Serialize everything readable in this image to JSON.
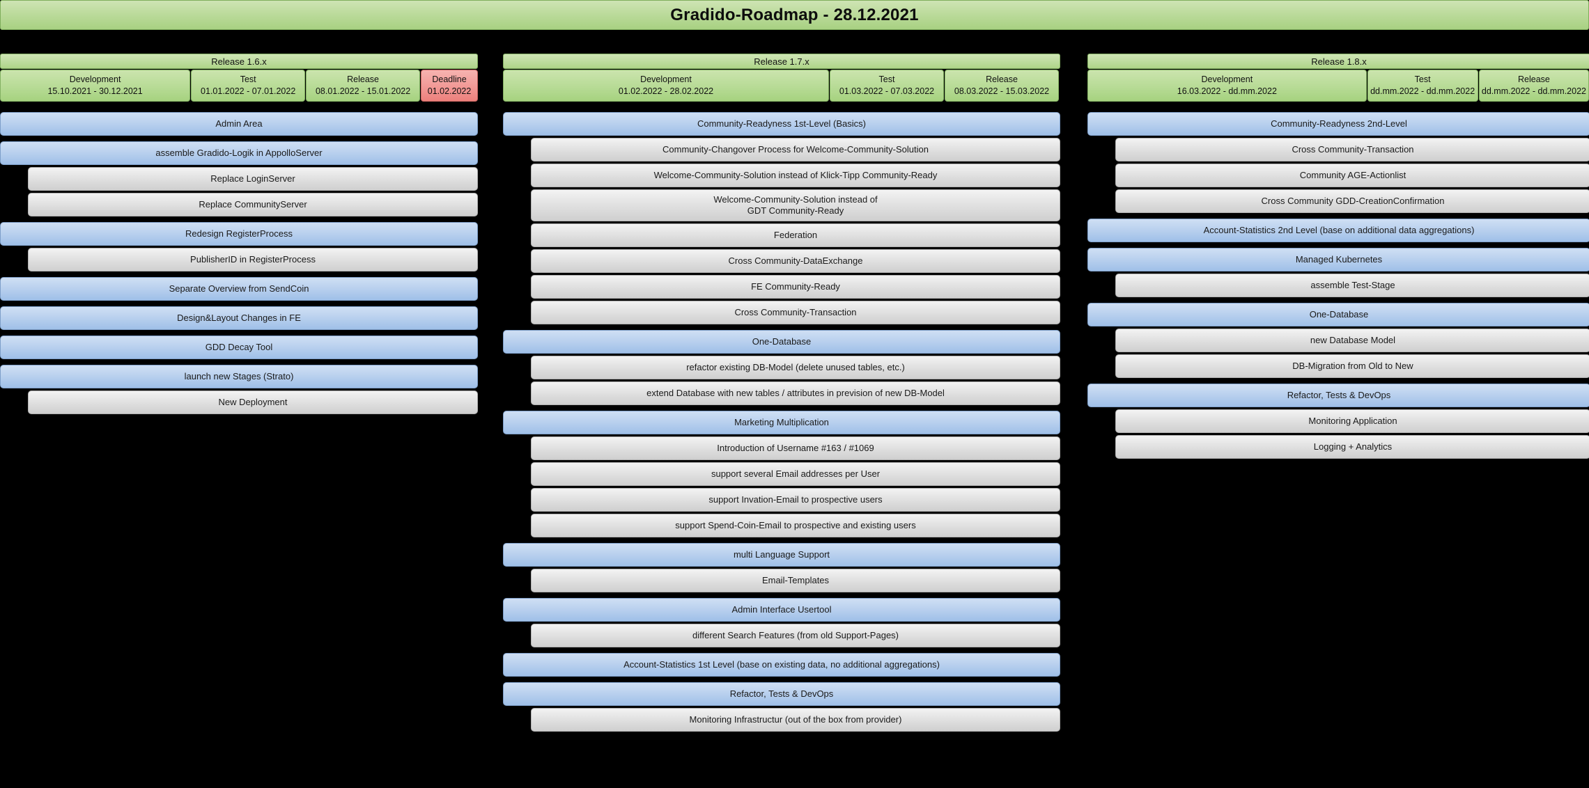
{
  "header": {
    "title": "Gradido-Roadmap - 28.12.2021",
    "bg_color": "#b9db9c",
    "text_color": "#0d0d0d"
  },
  "colors": {
    "release_green": "#b9db9c",
    "phase_green": "#b5da94",
    "deadline_red": "#f09a96",
    "main_item_blue": "#bdd3ef",
    "sub_item_gray": "#e2e2e2",
    "background": "#000000"
  },
  "columns": [
    {
      "release_label": "Release 1.6.x",
      "phases": [
        {
          "name": "Development",
          "dates": "15.10.2021 - 30.12.2021",
          "kind": "development",
          "width_pct": 40
        },
        {
          "name": "Test",
          "dates": "01.01.2022 - 07.01.2022",
          "kind": "test",
          "width_pct": 24
        },
        {
          "name": "Release",
          "dates": "08.01.2022 - 15.01.2022",
          "kind": "release",
          "width_pct": 24
        },
        {
          "name": "Deadline",
          "dates": "01.02.2022",
          "kind": "deadline",
          "width_pct": 12
        }
      ],
      "groups": [
        {
          "main": "Admin Area",
          "subs": []
        },
        {
          "main": "assemble Gradido-Logik in AppolloServer",
          "subs": [
            "Replace LoginServer",
            "Replace CommunityServer"
          ]
        },
        {
          "main": "Redesign RegisterProcess",
          "subs": [
            "PublisherID in RegisterProcess"
          ]
        },
        {
          "main": "Separate Overview from SendCoin",
          "subs": []
        },
        {
          "main": "Design&Layout Changes in FE",
          "subs": []
        },
        {
          "main": "GDD Decay Tool",
          "subs": []
        },
        {
          "main": "launch new Stages (Strato)",
          "subs": [
            "New Deployment"
          ]
        }
      ]
    },
    {
      "release_label": "Release 1.7.x",
      "phases": [
        {
          "name": "Development",
          "dates": "01.02.2022 - 28.02.2022",
          "kind": "development",
          "width_pct": 58.5
        },
        {
          "name": "Test",
          "dates": "01.03.2022 - 07.03.2022",
          "kind": "test",
          "width_pct": 20.5
        },
        {
          "name": "Release",
          "dates": "08.03.2022 - 15.03.2022",
          "kind": "release",
          "width_pct": 20.5
        }
      ],
      "groups": [
        {
          "main": "Community-Readyness 1st-Level (Basics)",
          "subs": [
            "Community-Changover Process for Welcome-Community-Solution",
            "Welcome-Community-Solution instead of Klick-Tipp Community-Ready",
            "Welcome-Community-Solution instead of\nGDT Community-Ready",
            "Federation",
            "Cross Community-DataExchange",
            "FE Community-Ready",
            "Cross Community-Transaction"
          ]
        },
        {
          "main": "One-Database",
          "subs": [
            "refactor existing DB-Model (delete unused tables, etc.)",
            "extend Database with new tables / attributes in prevision of new DB-Model"
          ]
        },
        {
          "main": "Marketing Multiplication",
          "subs": [
            "Introduction of Username #163 / #1069",
            "support several Email addresses per User",
            "support Invation-Email to prospective users",
            "support Spend-Coin-Email to prospective and existing users"
          ]
        },
        {
          "main": "multi Language Support",
          "subs": [
            "Email-Templates"
          ]
        },
        {
          "main": "Admin Interface Usertool",
          "subs": [
            "different Search Features (from old Support-Pages)"
          ]
        },
        {
          "main": "Account-Statistics 1st Level (base on existing data, no additional aggregations)",
          "subs": []
        },
        {
          "main": "Refactor, Tests & DevOps",
          "subs": [
            "Monitoring Infrastructur (out of the box from provider)"
          ]
        }
      ]
    },
    {
      "release_label": "Release 1.8.x",
      "phases": [
        {
          "name": "Development",
          "dates": "16.03.2022 - dd.mm.2022",
          "kind": "development",
          "width_pct": 55.5
        },
        {
          "name": "Test",
          "dates": "dd.mm.2022 - dd.mm.2022",
          "kind": "test",
          "width_pct": 22
        },
        {
          "name": "Release",
          "dates": "dd.mm.2022 - dd.mm.2022",
          "kind": "release",
          "width_pct": 22
        }
      ],
      "groups": [
        {
          "main": "Community-Readyness 2nd-Level",
          "subs": [
            "Cross Community-Transaction",
            "Community AGE-Actionlist",
            "Cross Community GDD-CreationConfirmation"
          ]
        },
        {
          "main": "Account-Statistics 2nd Level (base on additional data aggregations)",
          "subs": []
        },
        {
          "main": "Managed Kubernetes",
          "subs": [
            "assemble Test-Stage"
          ]
        },
        {
          "main": "One-Database",
          "subs": [
            "new Database Model",
            "DB-Migration from Old to New"
          ]
        },
        {
          "main": "Refactor, Tests & DevOps",
          "subs": [
            "Monitoring Application",
            "Logging + Analytics"
          ]
        }
      ]
    }
  ]
}
